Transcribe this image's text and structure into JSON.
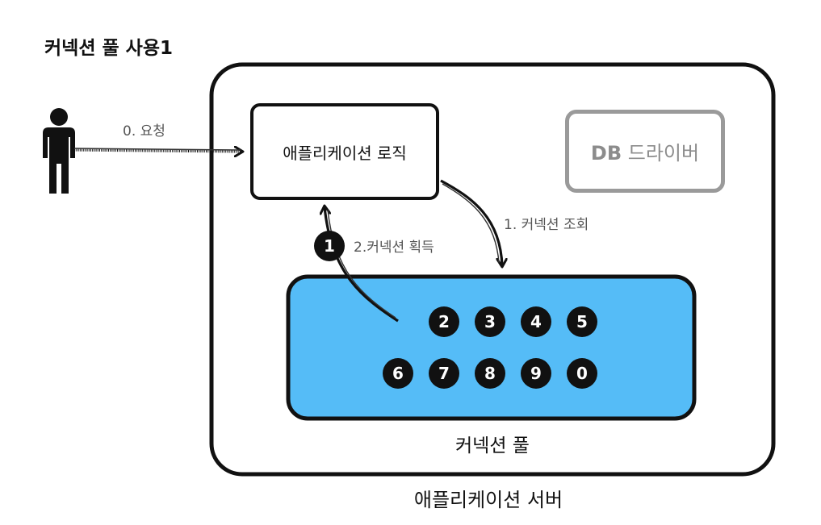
{
  "title": "커넥션 풀 사용1",
  "server": {
    "label": "애플리케이션 서버"
  },
  "app_logic": {
    "label": "애플리케이션 로직"
  },
  "db_driver": {
    "prefix": "DB",
    "label": "드라이버"
  },
  "connection_pool": {
    "label": "커넥션 풀",
    "fill_color": "#55bcf7",
    "connections_row1": [
      "2",
      "3",
      "4",
      "5"
    ],
    "connections_row2": [
      "6",
      "7",
      "8",
      "9",
      "0"
    ]
  },
  "acquired_connection": "1",
  "steps": {
    "request": "0. 요청",
    "lookup": "1. 커넥션 조회",
    "acquire": "2.커넥션 획득"
  }
}
